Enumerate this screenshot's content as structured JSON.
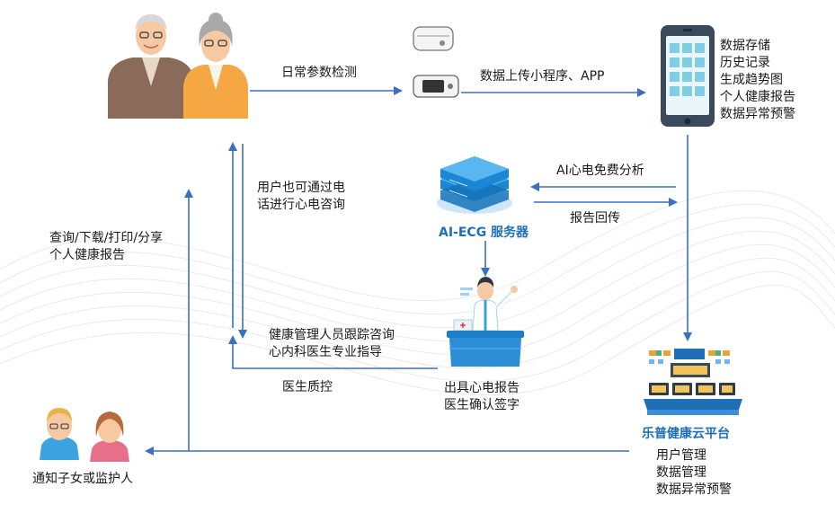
{
  "labels": {
    "daily_detection": "日常参数检测",
    "upload": "数据上传小程序、APP",
    "phone_features": [
      "数据存储",
      "历史记录",
      "生成趋势图",
      "个人健康报告",
      "数据异常预警"
    ],
    "ai_free_analysis": "AI心电免费分析",
    "report_return": "报告回传",
    "ai_server": "AI-ECG 服务器",
    "phone_consult": [
      "用户也可通过电",
      "话进行心电咨询"
    ],
    "query_share": [
      "查询/下载/打印/分享",
      "个人健康报告"
    ],
    "health_manager": [
      "健康管理人员跟踪咨询",
      "心内科医生专业指导"
    ],
    "doctor_qc": "医生质控",
    "issue_report": [
      "出具心电报告",
      "医生确认签字"
    ],
    "cloud_platform": "乐普健康云平台",
    "cloud_features": [
      "用户管理",
      "数据管理",
      "数据异常预警"
    ],
    "notify": "通知子女或监护人"
  },
  "colors": {
    "arrow": "#3b6fc0",
    "accent": "#1f6fb6",
    "phone": "#3a4a5c",
    "screen_tile": "#7fcfe4",
    "server": "#1a86d4",
    "skin": "#f6c9a2",
    "grey_shirt": "#8a6a58",
    "orange_shirt": "#f4a742"
  },
  "icons": [
    "elderly-couple-icon",
    "ecg-device-icon",
    "smartphone-icon",
    "server-icon",
    "doctor-desk-icon",
    "cloud-platform-icon",
    "family-icon"
  ]
}
